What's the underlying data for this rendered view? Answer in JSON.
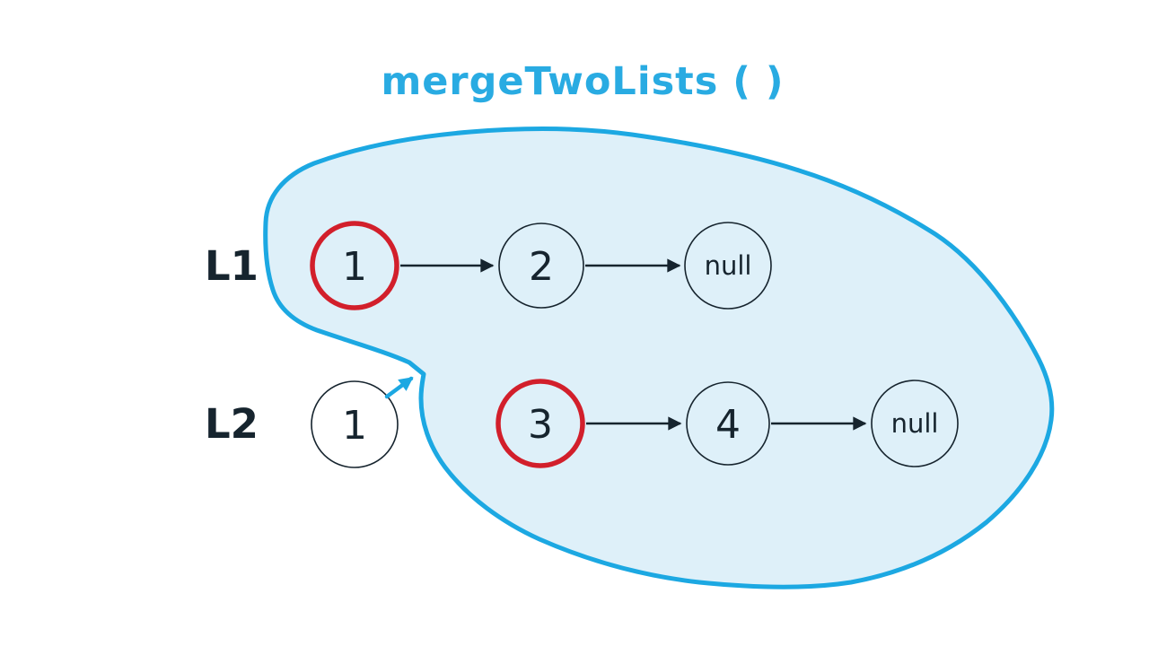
{
  "title": "mergeTwoLists ( )",
  "colors": {
    "accent_cyan": "#29abe2",
    "region_fill": "#def0f9",
    "highlight_red": "#d21f2b",
    "ink": "#16242e",
    "background": "#ffffff"
  },
  "lists": [
    {
      "label": "L1",
      "nodes": [
        {
          "value": "1",
          "highlighted": true,
          "inside_region": true
        },
        {
          "value": "2",
          "highlighted": false,
          "inside_region": true
        },
        {
          "value": "null",
          "highlighted": false,
          "inside_region": true
        }
      ]
    },
    {
      "label": "L2",
      "nodes": [
        {
          "value": "1",
          "highlighted": false,
          "inside_region": false
        },
        {
          "value": "3",
          "highlighted": true,
          "inside_region": true
        },
        {
          "value": "4",
          "highlighted": false,
          "inside_region": true
        },
        {
          "value": "null",
          "highlighted": false,
          "inside_region": true
        }
      ]
    }
  ]
}
